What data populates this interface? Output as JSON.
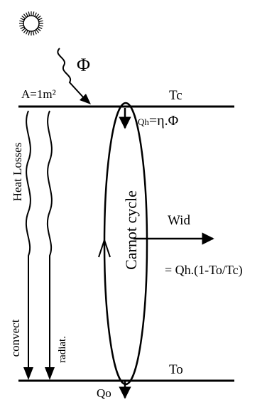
{
  "diagram": {
    "area_label": "A=1m²",
    "flux_symbol": "Φ",
    "hot_reservoir_label": "Tc",
    "cold_reservoir_label": "To",
    "heat_in_label": {
      "prefix": "Qh",
      "rest": "=η.Φ"
    },
    "cycle_label": "Carnot cycle",
    "work_label": "Wid",
    "work_formula": "= Qh.(1-To/Tc)",
    "heat_out_label": "Qo",
    "losses_label": "Heat Losses",
    "convect_label": "convect",
    "radiat_label": "radiat."
  }
}
